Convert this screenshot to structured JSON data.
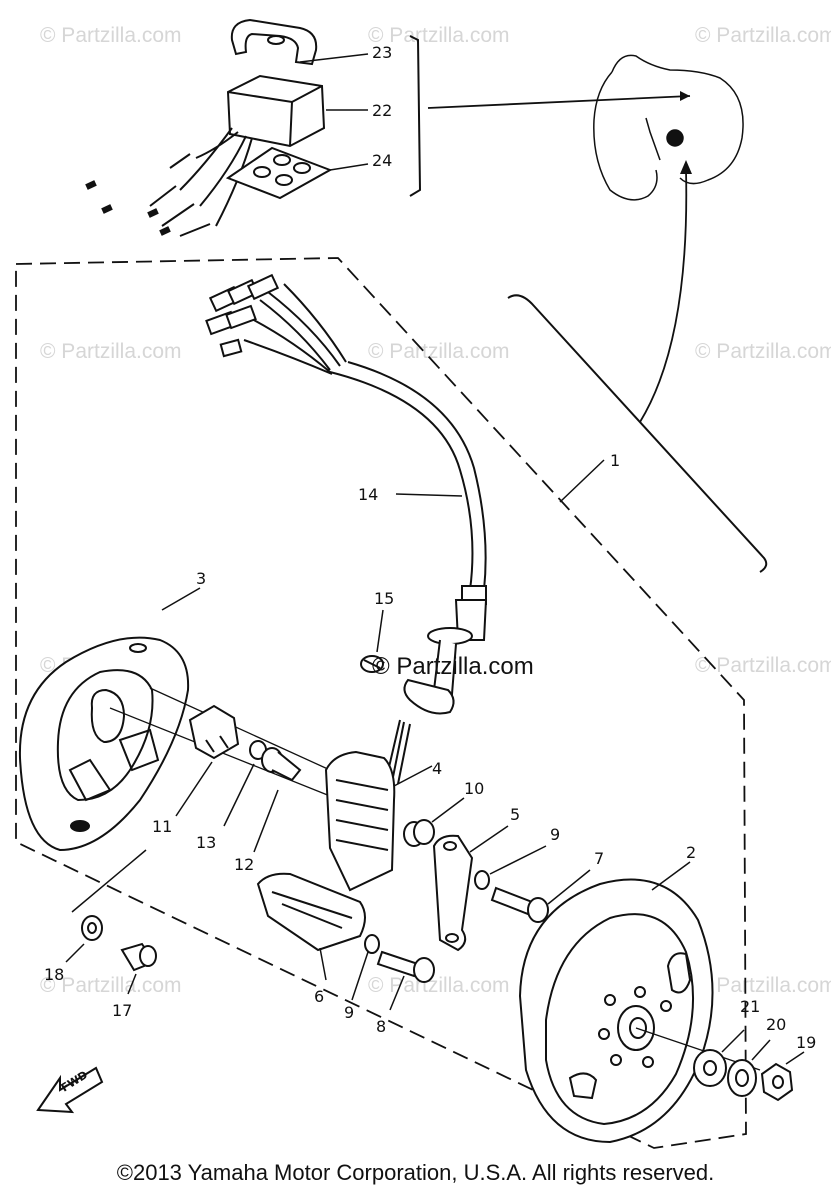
{
  "watermark": "© Partzilla.com",
  "center_watermark": "© Partzilla.com",
  "fwd_label": "FWD",
  "copyright": "©2013  Yamaha Motor Corporation, U.S.A. All rights reserved.",
  "callouts": {
    "c1": "1",
    "c2": "2",
    "c3": "3",
    "c4": "4",
    "c5": "5",
    "c6": "6",
    "c7": "7",
    "c8": "8",
    "c9a": "9",
    "c9b": "9",
    "c10": "10",
    "c11": "11",
    "c12": "12",
    "c13": "13",
    "c14": "14",
    "c15": "15",
    "c17": "17",
    "c18": "18",
    "c19": "19",
    "c20": "20",
    "c21": "21",
    "c22": "22",
    "c23": "23",
    "c24": "24"
  }
}
